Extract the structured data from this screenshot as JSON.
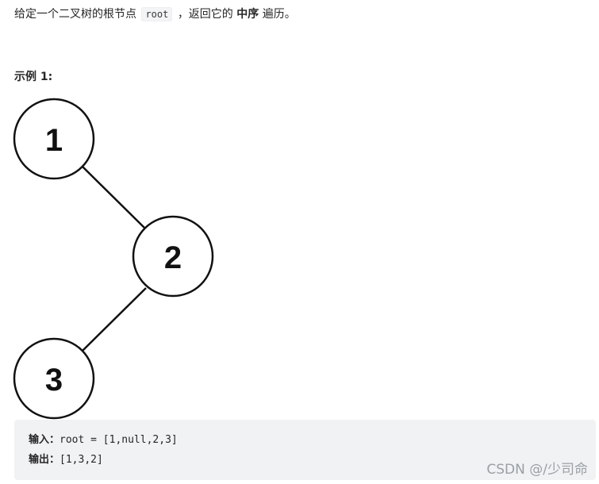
{
  "prompt": {
    "before": "给定一个二叉树的根节点",
    "code": "root",
    "middle": "，返回它的",
    "emphasis": "中序",
    "after": "遍历。"
  },
  "example": {
    "title": "示例 1:",
    "tree": {
      "nodes": [
        {
          "label": "1"
        },
        {
          "label": "2"
        },
        {
          "label": "3"
        }
      ]
    },
    "input_label": "输入：",
    "input_value": "root = [1,null,2,3]",
    "output_label": "输出：",
    "output_value": "[1,3,2]"
  },
  "watermark": "CSDN @/少司命"
}
